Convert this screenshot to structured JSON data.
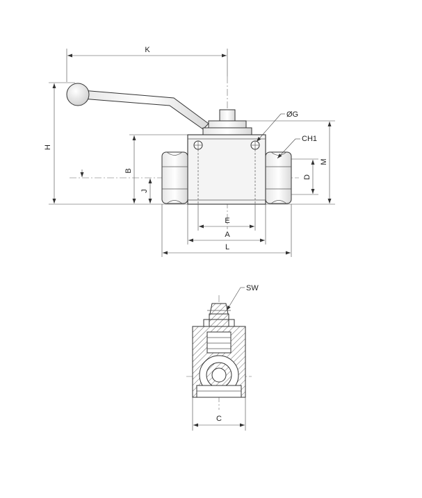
{
  "labels": {
    "K": "K",
    "H": "H",
    "B": "B",
    "J": "J",
    "G": "ØG",
    "CH1": "CH1",
    "M": "M",
    "D": "D",
    "E": "E",
    "A": "A",
    "L": "L",
    "SW": "SW",
    "C": "C"
  }
}
